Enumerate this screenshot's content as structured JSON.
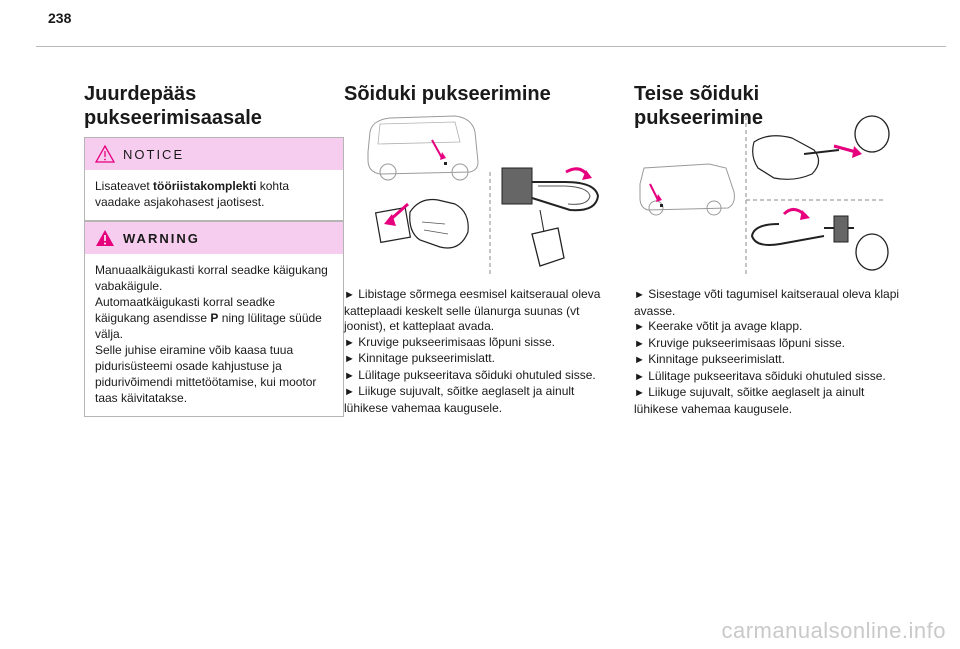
{
  "page": {
    "number": "238"
  },
  "left": {
    "title_line1": "Juurdepääs",
    "title_line2": "pukseerimisaasale",
    "notice": {
      "label": "NOTICE",
      "text_before": "Lisateavet ",
      "text_bold": "tööriistakomplekti",
      "text_after": " kohta vaadake asjakohasest jaotisest."
    },
    "warning": {
      "label": "WARNING",
      "line1": "Manuaalkäigukasti korral seadke käigukang vabakäigule.",
      "line2_before": "Automaatkäigukasti korral seadke käigukang asendisse ",
      "line2_bold": "P",
      "line2_after": " ning lülitage süüde välja.",
      "line3": "Selle juhise eiramine võib kaasa tuua pidurisüsteemi osade kahjustuse ja pidurivõimendi mittetöötamise, kui mootor taas käivitatakse."
    }
  },
  "middle": {
    "title": "Sõiduki pukseerimine",
    "bullet": "►",
    "steps": [
      "Libistage sõrmega eesmisel kaitseraual oleva katteplaadi keskelt selle ülanurga suunas (vt joonist), et katteplaat avada.",
      "Kruvige pukseerimisaas lõpuni sisse.",
      "Kinnitage pukseerimislatt.",
      "Lülitage pukseeritava sõiduki ohutuled sisse.",
      "Liikuge sujuvalt, sõitke aeglaselt ja ainult lühikese vahemaa kaugusele."
    ]
  },
  "right": {
    "title": "Teise sõiduki pukseerimine",
    "bullet": "►",
    "steps": [
      "Sisestage võti tagumisel kaitseraual oleva klapi avasse.",
      "Keerake võtit ja avage klapp.",
      "Kruvige pukseerimisaas lõpuni sisse.",
      "Kinnitage pukseerimislatt.",
      "Lülitage pukseeritava sõiduki ohutuled sisse.",
      "Liikuge sujuvalt, sõitke aeglaselt ja ainult lühikese vahemaa kaugusele."
    ]
  },
  "watermark": "carmanualsonline.info",
  "colors": {
    "accent_pink": "#e6007e",
    "box_header": "#f6cdef",
    "rule": "#b8b8b8"
  }
}
